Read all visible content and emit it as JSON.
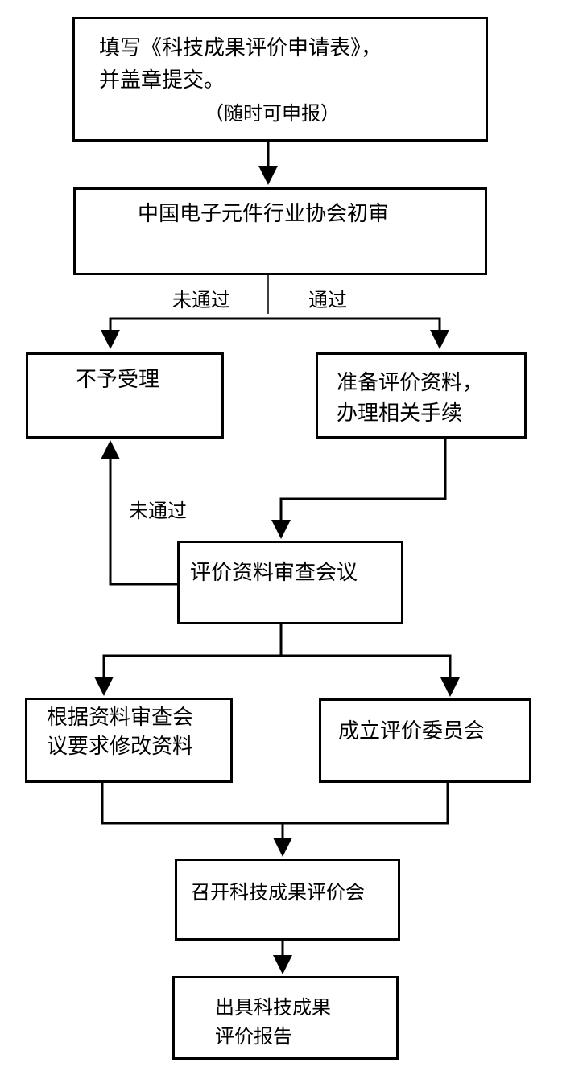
{
  "steps": {
    "apply": {
      "line1": "填写《科技成果评价申请表》，",
      "line2": "并盖章提交。",
      "note": "（随时可申报）"
    },
    "initial_review": "中国电子元件行业协会初审",
    "rejected": "不予受理",
    "prepare": {
      "line1": "准备评价资料，",
      "line2": "办理相关手续"
    },
    "review_meeting": "评价资料审查会议",
    "revise": {
      "line1": "根据资料审查会",
      "line2": "议要求修改资料"
    },
    "committee": "成立评价委员会",
    "evaluation_meeting": "召开科技成果评价会",
    "report": {
      "line1": "出具科技成果",
      "line2": "评价报告"
    }
  },
  "labels": {
    "fail_1": "未通过",
    "pass_1": "通过",
    "fail_2": "未通过"
  }
}
